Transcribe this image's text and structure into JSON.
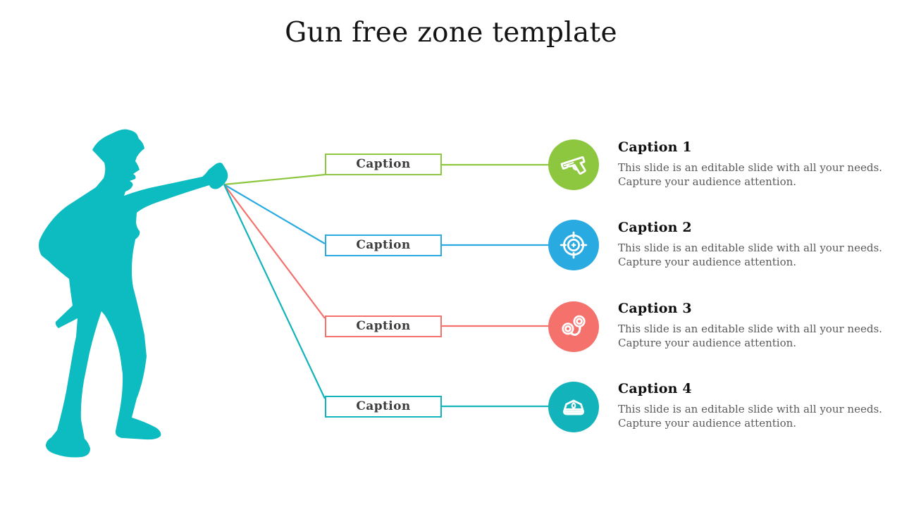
{
  "slide": {
    "title": "Gun free zone template",
    "figure": {
      "name": "police-officer-silhouette",
      "color": "#0CBCC0"
    },
    "rows": [
      {
        "accent": "#8DC63F",
        "box_label": "Caption",
        "icon": "pistol-icon",
        "heading": "Caption 1",
        "description_lines": [
          "This slide is an editable slide with all your needs.",
          "Capture your audience attention."
        ]
      },
      {
        "accent": "#29ABE2",
        "box_label": "Caption",
        "icon": "target-crosshair-icon",
        "heading": "Caption 2",
        "description_lines": [
          "This slide is an editable slide with all your needs.",
          "Capture your audience attention."
        ]
      },
      {
        "accent": "#F4716C",
        "box_label": "Caption",
        "icon": "handcuffs-icon",
        "heading": "Caption 3",
        "description_lines": [
          "This slide is an editable slide with all your needs.",
          "Capture your audience attention."
        ]
      },
      {
        "accent": "#12B3BA",
        "box_label": "Caption",
        "icon": "police-cap-icon",
        "heading": "Caption 4",
        "description_lines": [
          "This slide is an editable slide with all your needs.",
          "Capture your audience attention."
        ]
      }
    ]
  }
}
